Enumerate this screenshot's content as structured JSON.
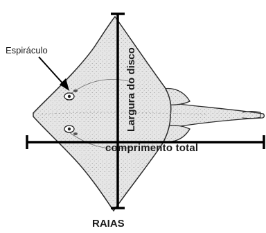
{
  "labels": {
    "spiracle": "Espiráculo",
    "disc_width": "Largura do disco",
    "total_length": "comprimento total",
    "caption": "RAIAS"
  },
  "colors": {
    "outline": "#2b2b2b",
    "body_fill": "#dcdcdc",
    "stipple": "#9a9a9a",
    "axis": "#000000",
    "text": "#1a1a1a"
  }
}
